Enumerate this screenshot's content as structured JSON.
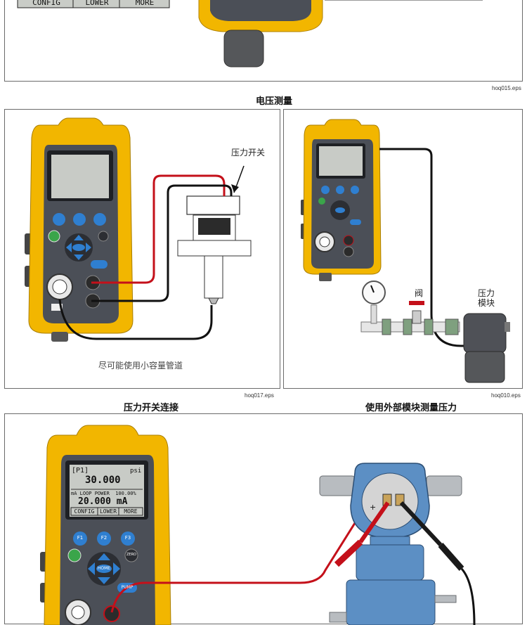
{
  "top_panel": {
    "lcd_softkeys": [
      "CONFIG",
      "LOWER",
      "MORE"
    ],
    "eps": "hoq015.eps",
    "caption": "电压测量"
  },
  "left_panel": {
    "switch_label": "压力开关",
    "tubing_note": "尽可能使用小容量管道",
    "eps": "hoq017.eps",
    "caption": "压力开关连接"
  },
  "right_panel": {
    "valve_label": "阀",
    "module_label_line1": "压力",
    "module_label_line2": "模块",
    "eps": "hoq010.eps",
    "caption": "使用外部模块测量压力"
  },
  "bottom_panel": {
    "lcd": {
      "channel": "[P1]",
      "unit": "psi",
      "primary": "30.000",
      "mode_line": "mA LOOP POWER  100.00%",
      "secondary": "20.000 mA",
      "softkeys": [
        "CONFIG",
        "LOWER",
        "MORE"
      ]
    },
    "keys": {
      "f1": "F1",
      "f2": "F2",
      "f3": "F3",
      "zero": "ZERO",
      "home": "HOME",
      "pump": "PUMP"
    },
    "terminal_plus": "+"
  },
  "colors": {
    "yellow": "#f2b600",
    "body_dark": "#4b4f57",
    "blue_key": "#2f7fd0",
    "red_lead": "#c4101a",
    "transmitter": "#5c8fc4"
  }
}
